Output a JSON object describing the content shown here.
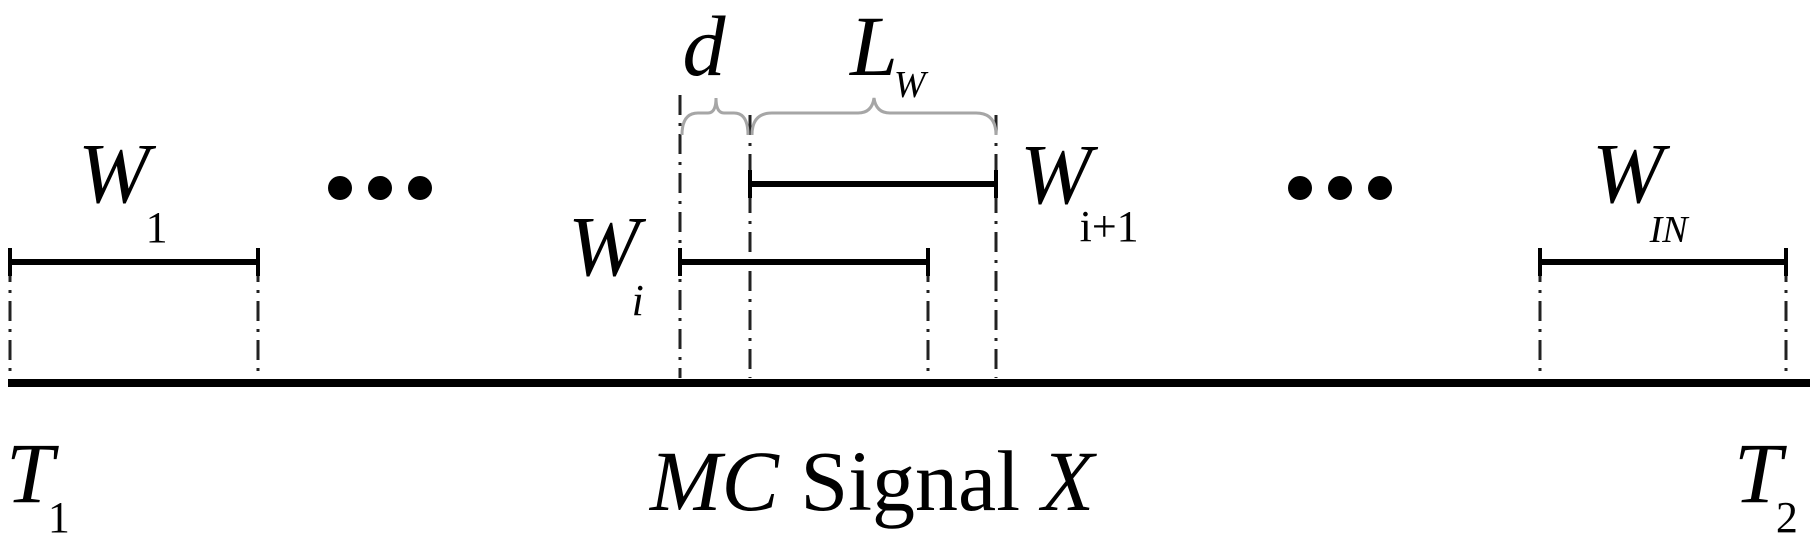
{
  "labels": {
    "d": "d",
    "lw_main": "L",
    "lw_sub": "W",
    "w1_main": "W",
    "w1_sub": "1",
    "wi_main": "W",
    "wi_sub": "i",
    "wi1_main": "W",
    "wi1_sub": "i+1",
    "win_main": "W",
    "win_sub": "IN",
    "t1_main": "T",
    "t1_sub": "1",
    "t2_main": "T",
    "t2_sub": "2",
    "signal_mc": "MC",
    "signal_word": " Signal ",
    "signal_x": "X"
  },
  "colors": {
    "line": "#000000",
    "brace": "#a6a6a6"
  }
}
